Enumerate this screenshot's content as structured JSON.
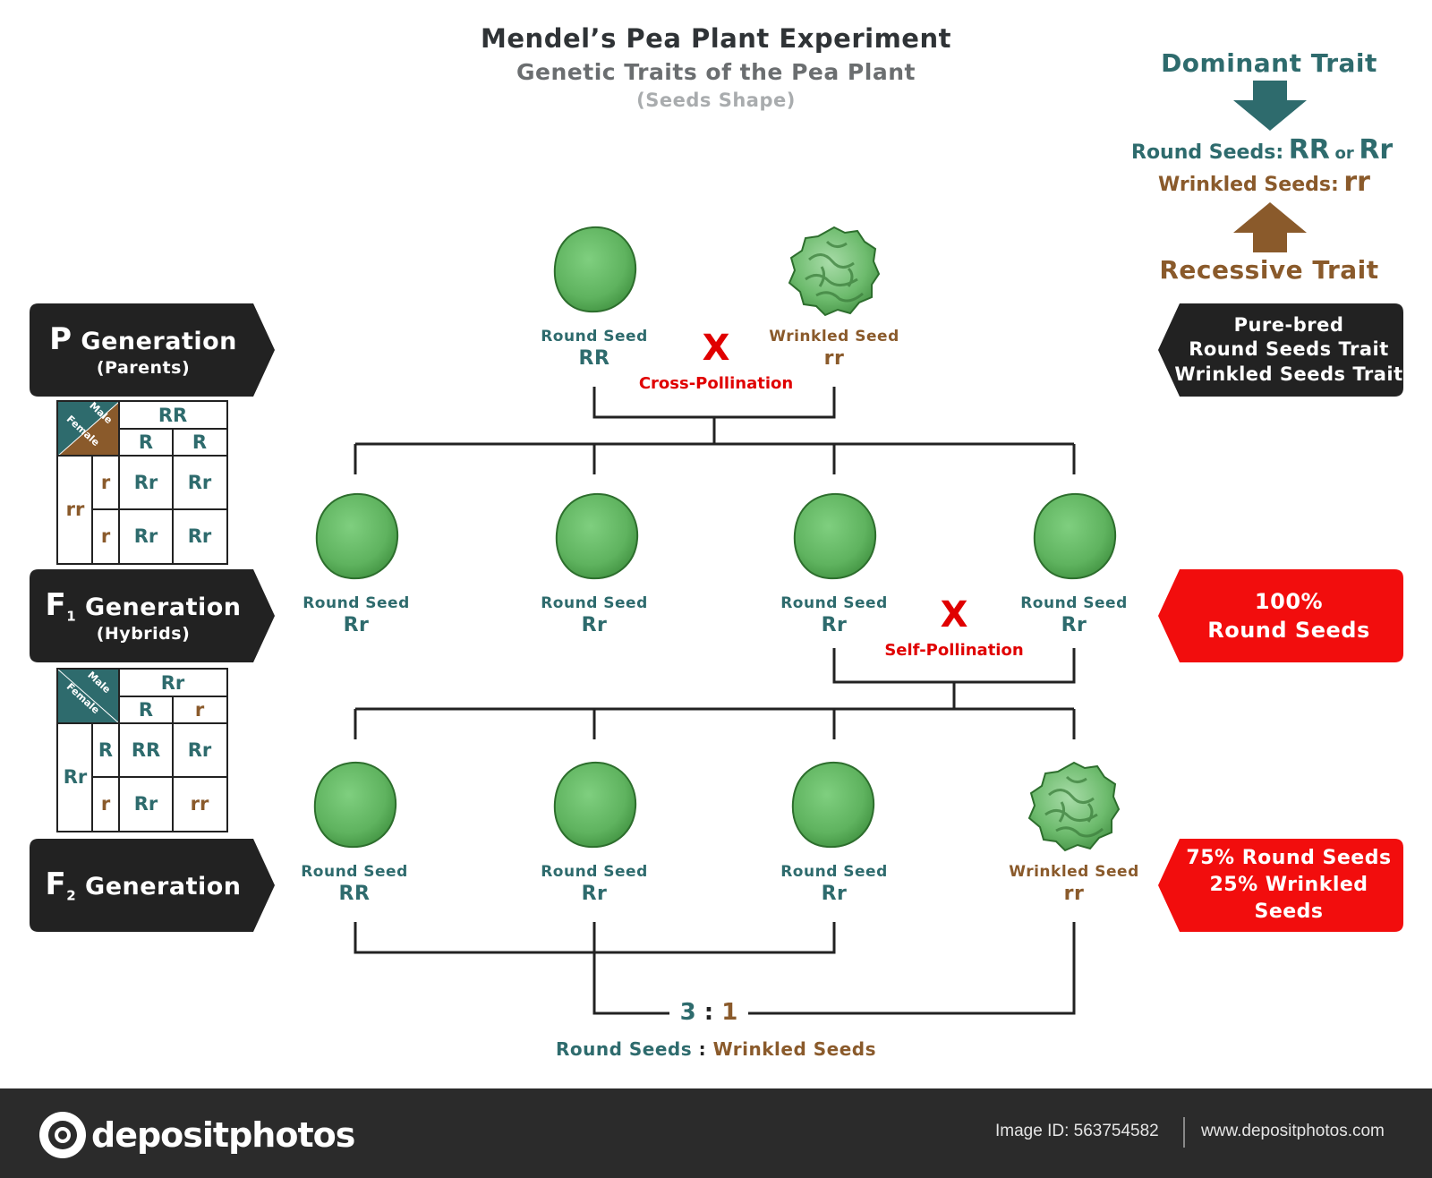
{
  "header": {
    "title": "Mendel’s Pea Plant Experiment",
    "subtitle": "Genetic Traits of the Pea Plant",
    "subsubtitle": "(Seeds Shape)"
  },
  "legend": {
    "dominant_label": "Dominant Trait",
    "round_label": "Round Seeds:",
    "round_genotype1": "RR",
    "or_text": "or",
    "round_genotype2": "Rr",
    "wrinkled_label": "Wrinkled Seeds:",
    "wrinkled_genotype": "rr",
    "recessive_label": "Recessive Trait",
    "colors": {
      "dominant": "#2e6b6d",
      "recessive": "#8a5a2b",
      "accent_red": "#e00000"
    }
  },
  "generations": {
    "p": {
      "letter": "P",
      "title": "Generation",
      "caption": "(Parents)"
    },
    "f1": {
      "letter": "F",
      "sub": "1",
      "title": "Generation",
      "caption": "(Hybrids)"
    },
    "f2": {
      "letter": "F",
      "sub": "2",
      "title": "Generation"
    }
  },
  "results": {
    "p": {
      "line1": "Pure-bred",
      "line2": "Round Seeds Trait",
      "line3": "Wrinkled Seeds Trait"
    },
    "f1": {
      "line1": "100%",
      "line2": "Round Seeds"
    },
    "f2": {
      "line1": "75% Round Seeds",
      "line2": "25% Wrinkled Seeds"
    }
  },
  "crosses": {
    "cross_pollination": "Cross-Pollination",
    "self_pollination": "Self-Pollination",
    "x_mark": "X"
  },
  "parents": [
    {
      "name": "Round Seed",
      "genotype": "RR",
      "type": "round"
    },
    {
      "name": "Wrinkled Seed",
      "genotype": "rr",
      "type": "wrinkled"
    }
  ],
  "f1_seeds": [
    {
      "name": "Round Seed",
      "genotype": "Rr",
      "type": "round"
    },
    {
      "name": "Round Seed",
      "genotype": "Rr",
      "type": "round"
    },
    {
      "name": "Round Seed",
      "genotype": "Rr",
      "type": "round"
    },
    {
      "name": "Round Seed",
      "genotype": "Rr",
      "type": "round"
    }
  ],
  "f2_seeds": [
    {
      "name": "Round Seed",
      "genotype": "RR",
      "type": "round"
    },
    {
      "name": "Round Seed",
      "genotype": "Rr",
      "type": "round"
    },
    {
      "name": "Round Seed",
      "genotype": "Rr",
      "type": "round"
    },
    {
      "name": "Wrinkled Seed",
      "genotype": "rr",
      "type": "wrinkled"
    }
  ],
  "ratio": {
    "left": "3",
    "sep": ":",
    "right": "1",
    "round_label": "Round Seeds",
    "wrinkled_label": "Wrinkled Seeds"
  },
  "punnett_p": {
    "male_label": "Male",
    "female_label": "Female",
    "male_genotype": "RR",
    "female_genotype": "rr",
    "male_alleles": [
      "R",
      "R"
    ],
    "female_alleles": [
      "r",
      "r"
    ],
    "cells": [
      [
        "Rr",
        "Rr"
      ],
      [
        "Rr",
        "Rr"
      ]
    ]
  },
  "punnett_f1": {
    "male_label": "Male",
    "female_label": "Female",
    "male_genotype": "Rr",
    "female_genotype": "Rr",
    "male_alleles": [
      "R",
      "r"
    ],
    "female_alleles": [
      "R",
      "r"
    ],
    "cells": [
      [
        "RR",
        "Rr"
      ],
      [
        "Rr",
        "rr"
      ]
    ]
  },
  "footer": {
    "logo_text": "depositphotos",
    "image_id": "Image ID: 563754582",
    "url": "www.depositphotos.com"
  }
}
